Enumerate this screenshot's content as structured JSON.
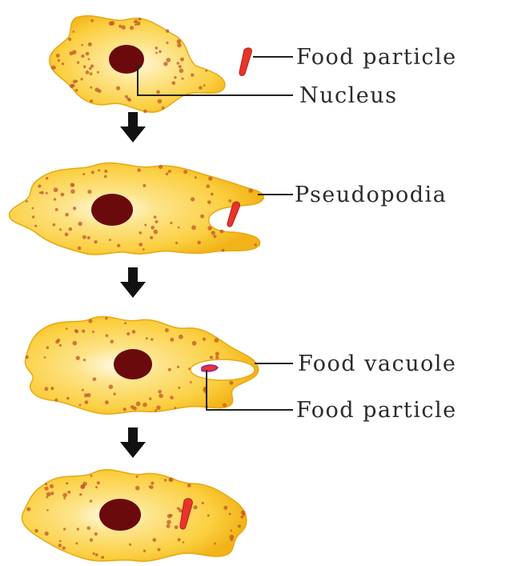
{
  "labels": {
    "food_particle_1": "Food particle",
    "nucleus": "Nucleus",
    "pseudopodia": "Pseudopodia",
    "food_vacuole": "Food vacuole",
    "food_particle_2": "Food particle"
  },
  "colors": {
    "cytoplasm_edge": "#f2b318",
    "cytoplasm_mid": "#fbd046",
    "cytoplasm_center": "#fff7d8",
    "nucleus": "#6b0a0c",
    "granule": "#c2552a",
    "food_particle": "#e8342a",
    "arrow": "#111111"
  }
}
